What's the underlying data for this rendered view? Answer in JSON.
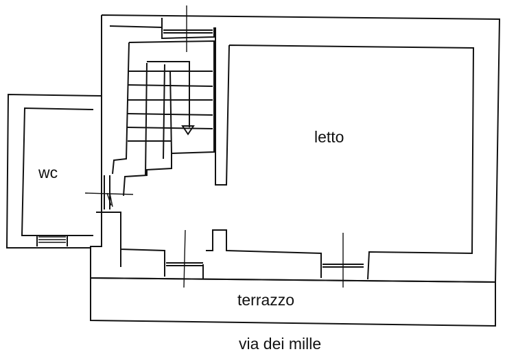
{
  "plan": {
    "rooms": [
      {
        "id": "wc",
        "label": "wc"
      },
      {
        "id": "letto",
        "label": "letto"
      },
      {
        "id": "terrazzo",
        "label": "terrazzo"
      }
    ],
    "street": {
      "label": "via dei mille"
    },
    "colors": {
      "ink": "#111111",
      "paper": "#ffffff"
    }
  }
}
